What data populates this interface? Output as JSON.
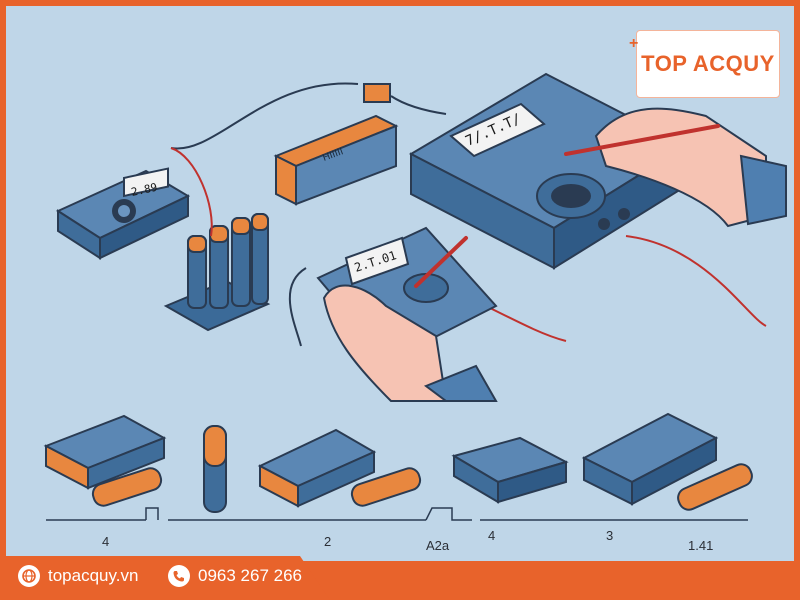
{
  "brand": {
    "logo_text": "TOP ACQUY"
  },
  "footer": {
    "website": "topacquy.vn",
    "phone": "0963 267 266"
  },
  "illustration": {
    "meter_displays": [
      "7/.T.T/",
      "2.89",
      "2.T.01"
    ],
    "battery_pack_label": "HIIIII",
    "timeline_labels": [
      "4",
      "2",
      "A2a",
      "4",
      "3",
      "1.41"
    ]
  },
  "colors": {
    "accent": "#e8632b",
    "background": "#bfd6e8",
    "meter_blue": "#3f6d9a",
    "wire_red": "#c0322e"
  }
}
